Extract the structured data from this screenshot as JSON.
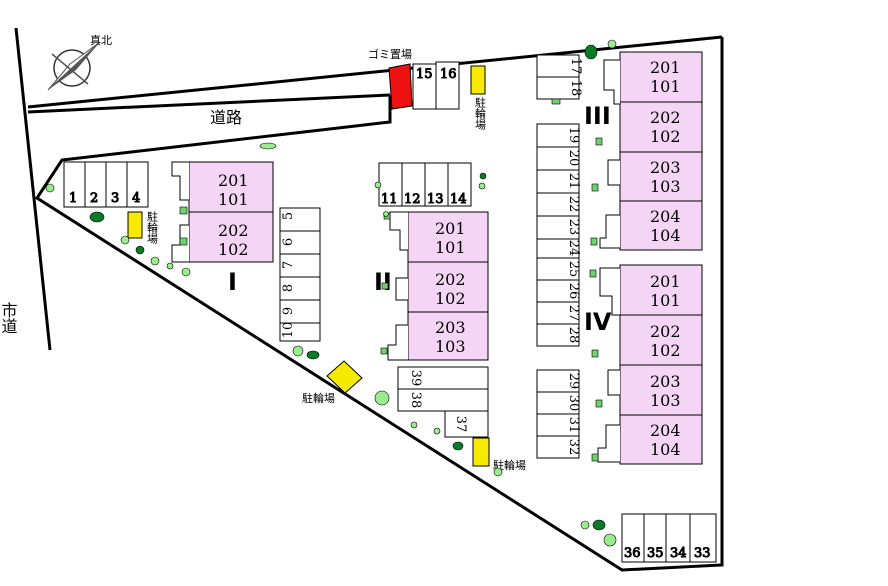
{
  "compass_label": "真北",
  "road_label": "道路",
  "city_road_label": "市道",
  "garbage_label": "ゴミ置場",
  "bike_parking_label": "駐輪場",
  "colors": {
    "apartment": "#f5d5f5",
    "bike": "#f5ea00",
    "garbage": "#ee1111",
    "tree_dark": "#0a7a24",
    "shrub": "#9beb8f",
    "entrance": "#6fd06f"
  },
  "buildings": [
    {
      "name": "I",
      "units": [
        [
          "201",
          "101"
        ],
        [
          "202",
          "102"
        ]
      ]
    },
    {
      "name": "II",
      "units": [
        [
          "201",
          "101"
        ],
        [
          "202",
          "102"
        ],
        [
          "203",
          "103"
        ]
      ]
    },
    {
      "name": "III",
      "units": [
        [
          "201",
          "101"
        ],
        [
          "202",
          "102"
        ],
        [
          "203",
          "103"
        ],
        [
          "204",
          "104"
        ]
      ]
    },
    {
      "name": "IV",
      "units": [
        [
          "201",
          "101"
        ],
        [
          "202",
          "102"
        ],
        [
          "203",
          "103"
        ],
        [
          "204",
          "104"
        ]
      ]
    }
  ],
  "parking": {
    "row_1_4": [
      "1",
      "2",
      "3",
      "4"
    ],
    "col_5_10": [
      "5",
      "6",
      "7",
      "8",
      "9",
      "10"
    ],
    "row_11_14": [
      "11",
      "12",
      "13",
      "14"
    ],
    "row_15_16": [
      "15",
      "16"
    ],
    "col_17_18": [
      "17",
      "18"
    ],
    "col_19_28": [
      "19",
      "20",
      "21",
      "22",
      "23",
      "24",
      "25",
      "26",
      "27",
      "28"
    ],
    "col_29_32": [
      "29",
      "30",
      "31",
      "32"
    ],
    "row_33_36": [
      "36",
      "35",
      "34",
      "33"
    ],
    "col_37_39": [
      "39",
      "38",
      "37"
    ]
  }
}
